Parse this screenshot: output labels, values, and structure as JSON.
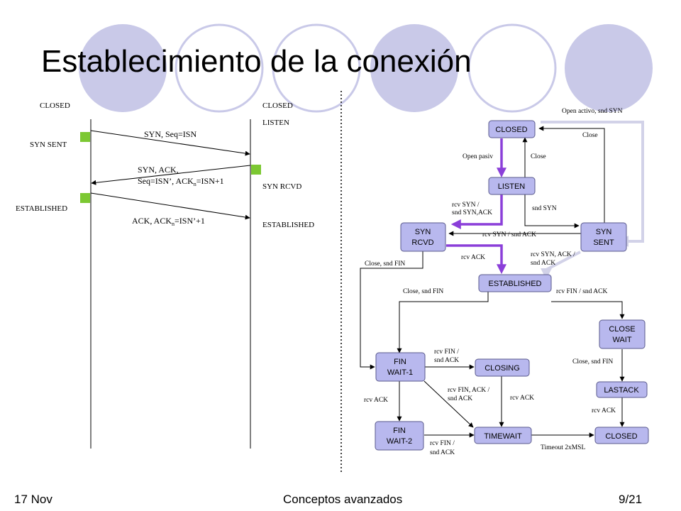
{
  "slide": {
    "title": "Establecimiento de la conexión",
    "footer_left": "17 Nov",
    "footer_center": "Conceptos avanzados",
    "footer_right": "9/21"
  },
  "handshake": {
    "client_states": {
      "closed": "CLOSED",
      "syn_sent": "SYN SENT",
      "established": "ESTABLISHED"
    },
    "server_states": {
      "closed": "CLOSED",
      "listen": "LISTEN",
      "syn_rcvd": "SYN RCVD",
      "established": "ESTABLISHED"
    },
    "messages": {
      "syn": "SYN, Seq=ISN",
      "synack_line1": "SYN, ACK,",
      "synack_line2_a": "Seq=ISN’, ACK",
      "synack_line2_sub": "n",
      "synack_line2_b": "=ISN+1",
      "ack_a": "ACK, ACK",
      "ack_sub": "n",
      "ack_b": "=ISN’+1"
    }
  },
  "fsm": {
    "states": {
      "closed_top": "CLOSED",
      "listen": "LISTEN",
      "syn_rcvd_1": "SYN",
      "syn_rcvd_2": "RCVD",
      "syn_sent_1": "SYN",
      "syn_sent_2": "SENT",
      "established": "ESTABLISHED",
      "close_wait_1": "CLOSE",
      "close_wait_2": "WAIT",
      "fin_wait1_1": "FIN",
      "fin_wait1_2": "WAIT-1",
      "closing": "CLOSING",
      "lastack": "LASTACK",
      "fin_wait2_1": "FIN",
      "fin_wait2_2": "WAIT-2",
      "timewait": "TIMEWAIT",
      "closed_bottom": "CLOSED"
    },
    "transitions": {
      "open_active": "Open activo, snd SYN",
      "close_top_right": "Close",
      "open_passive": "Open pasiv",
      "close_listen": "Close",
      "rcv_syn_1": "rcv SYN /",
      "rcv_syn_2": "snd SYN,ACK",
      "snd_syn": "snd SYN",
      "rcv_syn_snd_ack": "rcv SYN / snd ACK",
      "rcv_ack": "rcv ACK",
      "rcv_synack_1": "rcv SYN, ACK /",
      "rcv_synack_2": "snd ACK",
      "close_snd_fin_left": "Close, snd FIN",
      "close_snd_fin_est": "Close, snd FIN",
      "rcv_fin_snd_ack": "rcv FIN / snd ACK",
      "rcv_fin_closing_1": "rcv FIN /",
      "rcv_fin_closing_2": "snd ACK",
      "close_snd_fin_cw": "Close, snd FIN",
      "rcv_finack_1": "rcv FIN, ACK /",
      "rcv_finack_2": "snd ACK",
      "rcv_ack_fw1": "rcv ACK",
      "rcv_ack_closing": "rcv ACK",
      "rcv_ack_lastack": "rcv ACK",
      "rcv_fin_fw2_1": "rcv FIN /",
      "rcv_fin_fw2_2": "snd ACK",
      "timeout": "Timeout 2xMSL"
    }
  },
  "colors": {
    "circle_fill": "#c9c9e8",
    "circle_outline": "#c9c9e8",
    "state_fill": "#b8b8ee",
    "state_border": "#5a5a8c",
    "highlight_path": "#8b3fd9",
    "segment_marker": "#7cc832",
    "outline_arrow": "#d2d2e8"
  }
}
